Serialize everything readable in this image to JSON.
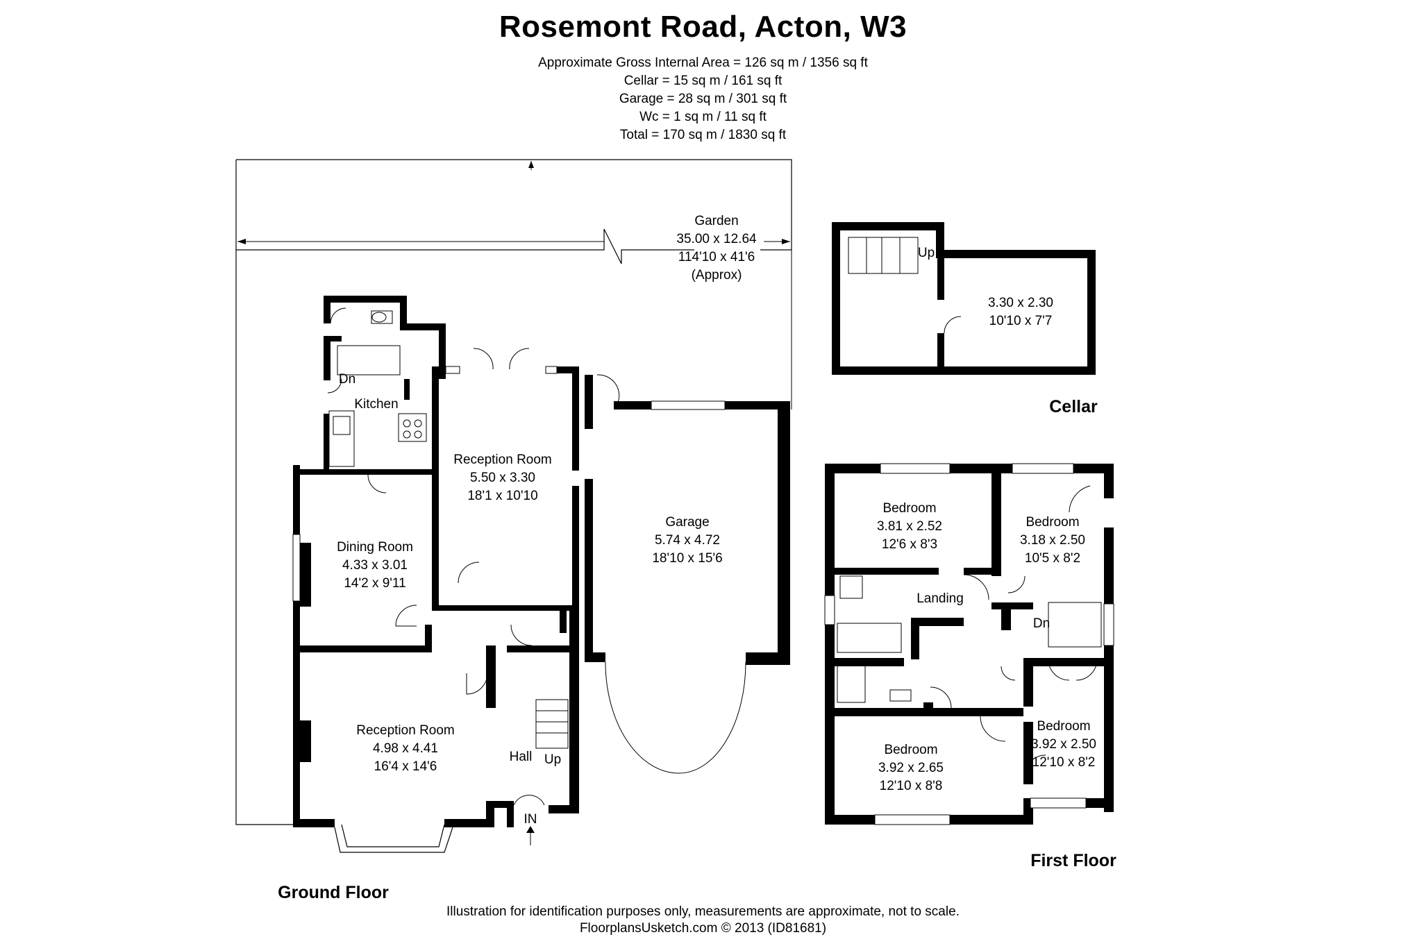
{
  "title": "Rosemont Road, Acton, W3",
  "areas": [
    "Approximate Gross Internal Area = 126 sq m / 1356 sq ft",
    "Cellar = 15 sq m / 161 sq ft",
    "Garage = 28 sq m / 301 sq ft",
    "Wc = 1 sq m / 11 sq ft",
    "Total = 170 sq m / 1830 sq ft"
  ],
  "garden": {
    "name": "Garden",
    "metric": "35.00 x 12.64",
    "imperial": "114'10 x 41'6",
    "note": "(Approx)"
  },
  "ground": {
    "label": "Ground Floor",
    "kitchen": "Kitchen",
    "dn": "Dn",
    "reception_rear": {
      "name": "Reception Room",
      "metric": "5.50 x 3.30",
      "imperial": "18'1 x 10'10"
    },
    "dining": {
      "name": "Dining Room",
      "metric": "4.33 x 3.01",
      "imperial": "14'2 x 9'11"
    },
    "garage": {
      "name": "Garage",
      "metric": "5.74 x 4.72",
      "imperial": "18'10 x 15'6"
    },
    "reception_front": {
      "name": "Reception Room",
      "metric": "4.98 x 4.41",
      "imperial": "16'4 x 14'6"
    },
    "hall": "Hall",
    "up": "Up",
    "entrance": "IN"
  },
  "cellar": {
    "label": "Cellar",
    "up": "Up",
    "room": {
      "metric": "3.30 x 2.30",
      "imperial": "10'10 x 7'7"
    }
  },
  "first": {
    "label": "First Floor",
    "landing": "Landing",
    "dn": "Dn",
    "bed1": {
      "name": "Bedroom",
      "metric": "3.81 x 2.52",
      "imperial": "12'6 x 8'3"
    },
    "bed2": {
      "name": "Bedroom",
      "metric": "3.18 x 2.50",
      "imperial": "10'5 x 8'2"
    },
    "bed3": {
      "name": "Bedroom",
      "metric": "3.92 x 2.65",
      "imperial": "12'10 x 8'8"
    },
    "bed4": {
      "name": "Bedroom",
      "metric": "3.92 x 2.50",
      "imperial": "12'10 x 8'2"
    }
  },
  "footer": [
    "Illustration for identification purposes only, measurements are approximate, not to scale.",
    "FloorplansUsketch.com © 2013 (ID81681)"
  ]
}
